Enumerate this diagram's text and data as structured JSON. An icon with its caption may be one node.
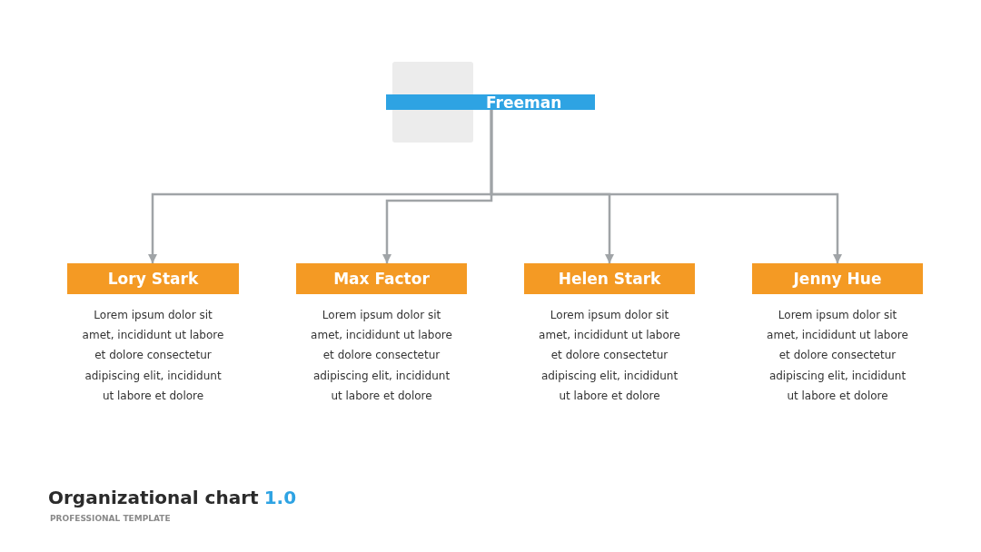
{
  "diagram": {
    "title": "Organizational chart",
    "nodes": [
      {
        "text": [
          "Freeman"
        ]
      },
      {
        "text": [
          "Lory Stark"
        ],
        "beside": [
          "Lorem ipsum dolor sit amet, incididunt ut labore et dolore consectetur adipiscing elit, incididunt ut labore et dolore"
        ]
      },
      {
        "text": [
          "Max Factor"
        ],
        "beside": [
          "Lorem ipsum dolor sit amet, incididunt ut labore et dolore consectetur adipiscing elit, incididunt ut labore et dolore"
        ]
      },
      {
        "text": [
          "Helen Stark"
        ],
        "beside": [
          "Lorem ipsum dolor sit amet, incididunt ut labore et dolore consectetur adipiscing elit, incididunt ut labore et dolore"
        ]
      },
      {
        "text": [
          "Jenny Hue"
        ],
        "beside": [
          "Lorem ipsum dolor sit amet, incididunt ut labore et dolore consectetur adipiscing elit, incididunt ut labore et dolore"
        ]
      }
    ],
    "edges": [
      {
        "from": 0,
        "to": 1,
        "arrow": "to"
      },
      {
        "from": 0,
        "to": 2,
        "arrow": "to"
      },
      {
        "from": 0,
        "to": 3,
        "arrow": "to"
      },
      {
        "from": 0,
        "to": 4,
        "arrow": "to"
      }
    ],
    "labels": [
      "1.0",
      "PROFESSIONAL TEMPLATE"
    ]
  }
}
